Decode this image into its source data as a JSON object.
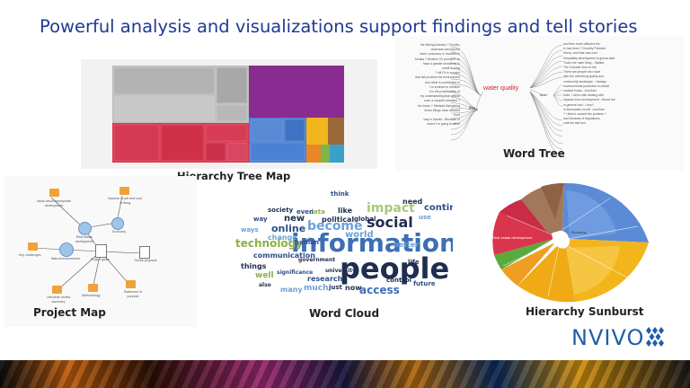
{
  "slide": {
    "title": "Powerful analysis and visualizations support findings and tell stories"
  },
  "visualizations": {
    "tree_map": {
      "caption": "Hierarchy Tree Map"
    },
    "word_tree": {
      "caption": "Word Tree",
      "center_word": "water quality",
      "connector_the": "the",
      "connector_and": "and",
      "left_phrases": [
        "the fishing industry ? Dorothy",
        "what was causing the",
        "been conscious or involved in",
        "Sonaia ? Redfern Ch pressure on",
        "have a greater sensitivity to",
        "runoff is a big",
        "? hill Ch is a major",
        "that still protects the environment",
        "And what is contributed to",
        "I'm inclined to mention",
        "It is the practicalities of",
        "my understanding that affects",
        "such a complex situation ?",
        "his future ? Stefania Mannering",
        "those things have affected",
        "food",
        "way is Sachin ; Because of",
        "where I'm going to affect"
      ],
      "right_phrases": [
        "and then that's affected the",
        "to has been ? Dorothy Pollution",
        "Henry: And that was over",
        "Hospitality development is gonna start",
        "That's the main thing... Walker",
        "The Colonial Inns on the",
        "There are people who have",
        "also the overriding quality and",
        "community landscape : I always",
        "environmental protection is critical",
        "marked Koala . And then",
        "Note: I did to with dealing with",
        "impacts from development . Hence the",
        "in general and : I don't",
        "in stormwater runoff . And then",
        "? I think's caused the problem ?",
        "and because of regulations",
        "until the last four"
      ]
    },
    "project_map": {
      "caption": "Project Map",
      "nodes": [
        "Ideas about appropriate development",
        "Impacts on job and cost of living",
        "Real estate development",
        "Economy",
        "Natural environment",
        "Project goals",
        "Thesis proposal",
        "Key challenges",
        "Literature review summary",
        "Methodology",
        "Statement of purpose"
      ]
    },
    "word_cloud": {
      "caption": "Word Cloud",
      "words": [
        "information",
        "people",
        "social",
        "impact",
        "technology",
        "become",
        "online",
        "access",
        "world",
        "continue",
        "communication",
        "new",
        "change",
        "government",
        "political",
        "data",
        "even",
        "ways",
        "human",
        "like",
        "need",
        "better",
        "global",
        "future",
        "things",
        "research",
        "much",
        "now",
        "university",
        "control",
        "significance",
        "well",
        "life",
        "society",
        "think",
        "way",
        "use",
        "also",
        "many",
        "just"
      ]
    },
    "sunburst": {
      "caption": "Hierarchy Sunburst",
      "labels": [
        "Real estate development",
        "Economy"
      ]
    }
  },
  "brand": {
    "logo_text": "NVIVO",
    "color": "#1f5ea8"
  },
  "colors": {
    "title": "#1f3a93",
    "treemap_purple": "#8a2b91",
    "treemap_red": "#d9364d",
    "treemap_blue": "#4a7fd0",
    "sunburst_yellow": "#f3b51c"
  }
}
